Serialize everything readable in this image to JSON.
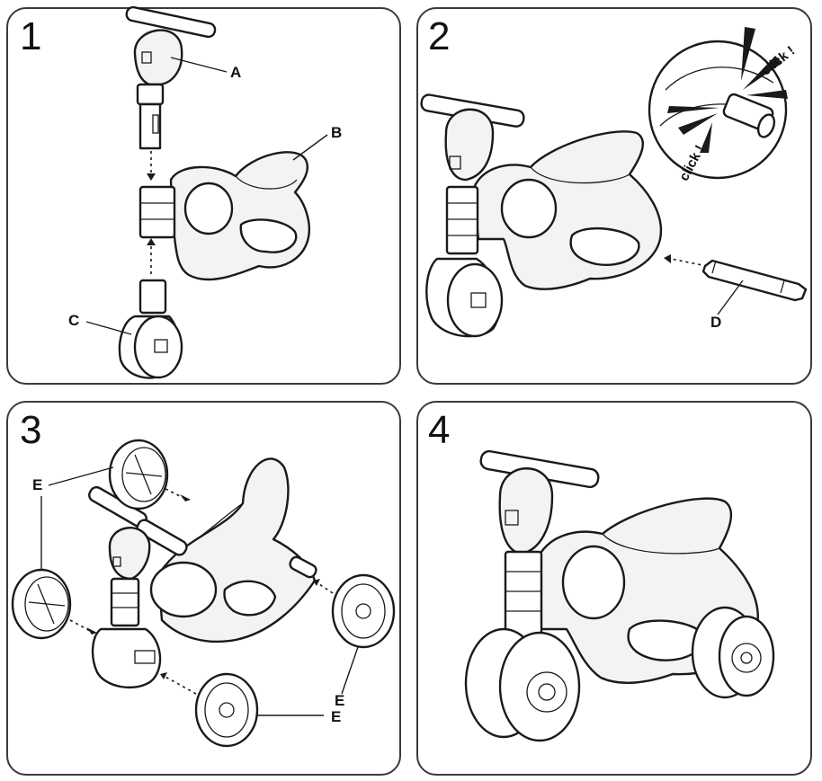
{
  "steps": [
    {
      "number": "1",
      "labels": {
        "a": "A",
        "b": "B",
        "c": "C"
      }
    },
    {
      "number": "2",
      "labels": {
        "d": "D"
      },
      "callout": {
        "click_top": "click !",
        "click_bottom": "click !"
      }
    },
    {
      "number": "3",
      "labels": {
        "e_top": "E",
        "e_right": "E",
        "e_bottom": "E"
      }
    },
    {
      "number": "4"
    }
  ],
  "colors": {
    "line": "#1a1a1a",
    "border": "#3a3a3a",
    "fill": "#f3f3f3"
  }
}
